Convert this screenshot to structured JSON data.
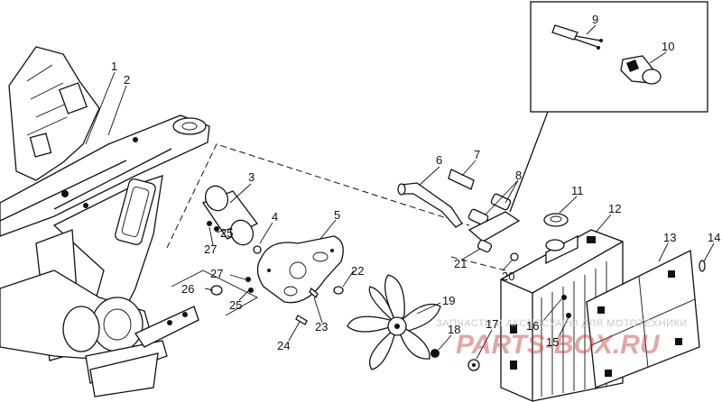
{
  "callouts": [
    {
      "id": "c1",
      "text": "1"
    },
    {
      "id": "c2",
      "text": "2"
    },
    {
      "id": "c3",
      "text": "3"
    },
    {
      "id": "c4",
      "text": "4"
    },
    {
      "id": "c5",
      "text": "5"
    },
    {
      "id": "c6",
      "text": "6"
    },
    {
      "id": "c7",
      "text": "7"
    },
    {
      "id": "c8",
      "text": "8"
    },
    {
      "id": "c9",
      "text": "9"
    },
    {
      "id": "c10",
      "text": "10"
    },
    {
      "id": "c11",
      "text": "11"
    },
    {
      "id": "c12",
      "text": "12"
    },
    {
      "id": "c13",
      "text": "13"
    },
    {
      "id": "c14",
      "text": "14"
    },
    {
      "id": "c15",
      "text": "15"
    },
    {
      "id": "c16",
      "text": "16"
    },
    {
      "id": "c17",
      "text": "17"
    },
    {
      "id": "c18",
      "text": "18"
    },
    {
      "id": "c19",
      "text": "19"
    },
    {
      "id": "c20",
      "text": "20"
    },
    {
      "id": "c21",
      "text": "21"
    },
    {
      "id": "c22",
      "text": "22"
    },
    {
      "id": "c23",
      "text": "23"
    },
    {
      "id": "c24",
      "text": "24"
    },
    {
      "id": "c25a",
      "text": "25"
    },
    {
      "id": "c25b",
      "text": "25"
    },
    {
      "id": "c26",
      "text": "26"
    },
    {
      "id": "c27a",
      "text": "27"
    },
    {
      "id": "c27b",
      "text": "27"
    }
  ],
  "watermark": {
    "line1": "ЗАПЧАСТИ И АКСЕССУАРЫ ДЛЯ МОТОТЕХНИКИ",
    "line2": "PARTS-BOX.RU"
  }
}
